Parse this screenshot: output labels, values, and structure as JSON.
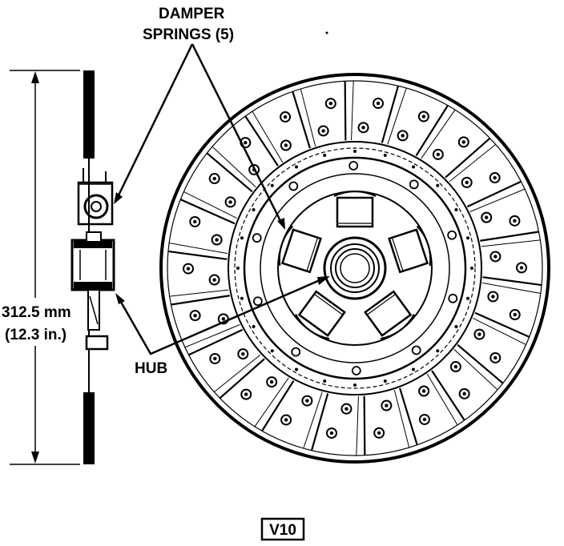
{
  "labels": {
    "damper_line1": "DAMPER",
    "damper_line2": "SPRINGS (5)",
    "hub": "HUB",
    "dimension_mm": "312.5 mm",
    "dimension_in": "(12.3 in.)",
    "figure_code": "V10"
  },
  "colors": {
    "ink": "#000000",
    "paper": "#ffffff"
  }
}
